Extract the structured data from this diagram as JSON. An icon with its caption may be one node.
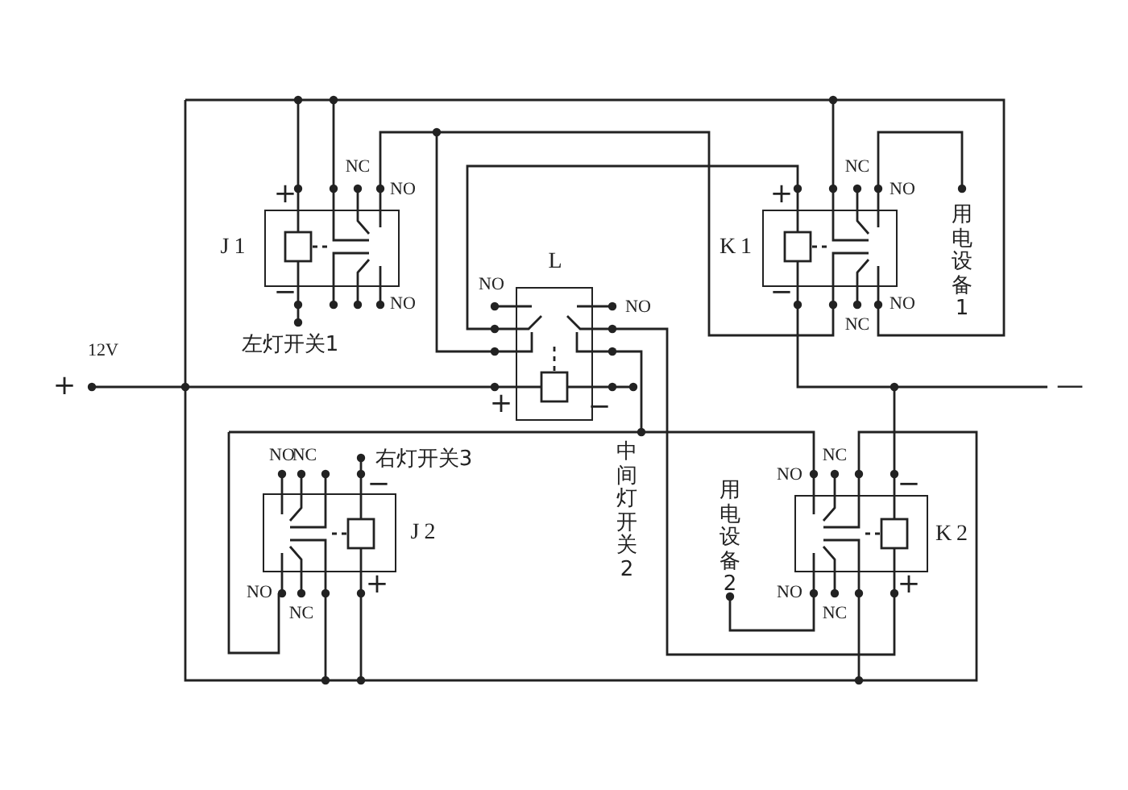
{
  "diagram": {
    "nodes": [
      {
        "text": [
          "J1"
        ]
      },
      {
        "text": [
          "K1"
        ]
      },
      {
        "text": [
          "L"
        ]
      },
      {
        "text": [
          "J2"
        ]
      },
      {
        "text": [
          "K2"
        ]
      }
    ],
    "labels": [
      "NC",
      "NO",
      "NC",
      "NO",
      "+",
      "+",
      "用电设备1",
      "−",
      "NO",
      "−",
      "NO",
      "NO",
      "NO",
      "NC",
      "左灯开关1",
      "12V",
      "+",
      "—",
      "+",
      "−",
      "中间灯开关2",
      "NO",
      "NC",
      "右灯开关3",
      "NC",
      "NO",
      "−",
      "−",
      "用电设备2",
      "+",
      "+",
      "NO",
      "NO",
      "NC",
      "NC"
    ]
  }
}
